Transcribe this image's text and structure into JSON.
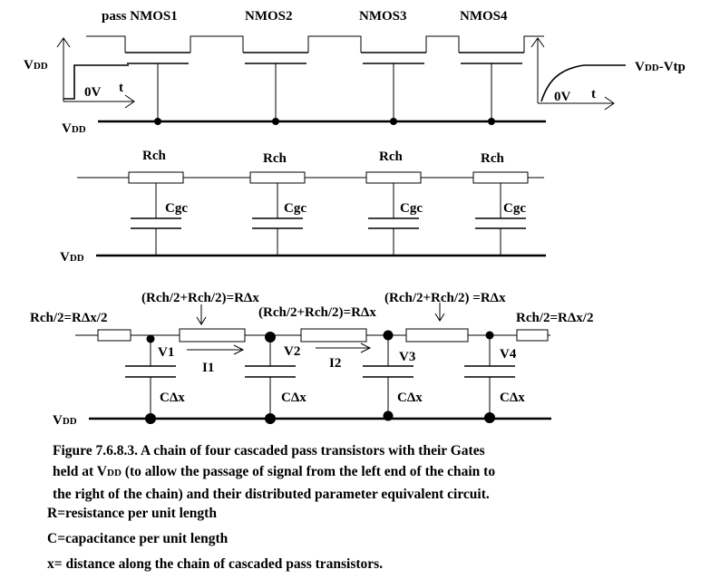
{
  "transistors": [
    "pass NMOS1",
    "NMOS2",
    "NMOS3",
    "NMOS4"
  ],
  "input": {
    "vdd_main": "V",
    "vdd_sub": "DD",
    "zero": "0V",
    "t": "t"
  },
  "output": {
    "label_main": "V",
    "label_sub": "DD",
    "label_tail": "-Vtp",
    "zero": "0V",
    "t": "t"
  },
  "rail": {
    "main": "V",
    "sub": "DD"
  },
  "rc_section": {
    "r_label": "Rch",
    "c_label": "Cgc"
  },
  "distributed": {
    "half_r": "Rch/2=RΔx/2",
    "full_r": "(Rch/2+Rch/2)=RΔx",
    "full_r3": "(Rch/2+Rch/2) =RΔx",
    "nodes": [
      "V1",
      "V2",
      "V3",
      "V4"
    ],
    "currents": [
      "I1",
      "I2"
    ],
    "c_label": "CΔx"
  },
  "caption": {
    "line1": "Figure 7.6.8.3. A chain of four cascaded pass transistors with their Gates",
    "line2_pre": "held at V",
    "line2_sub": "DD",
    "line2_post": "  (to allow the passage of signal from the left end of the chain to",
    "line3": "the right of the chain) and their distributed parameter equivalent circuit."
  },
  "definitions": [
    "R=resistance per unit length",
    "C=capacitance per unit length",
    "x= distance along the chain of cascaded pass transistors."
  ]
}
